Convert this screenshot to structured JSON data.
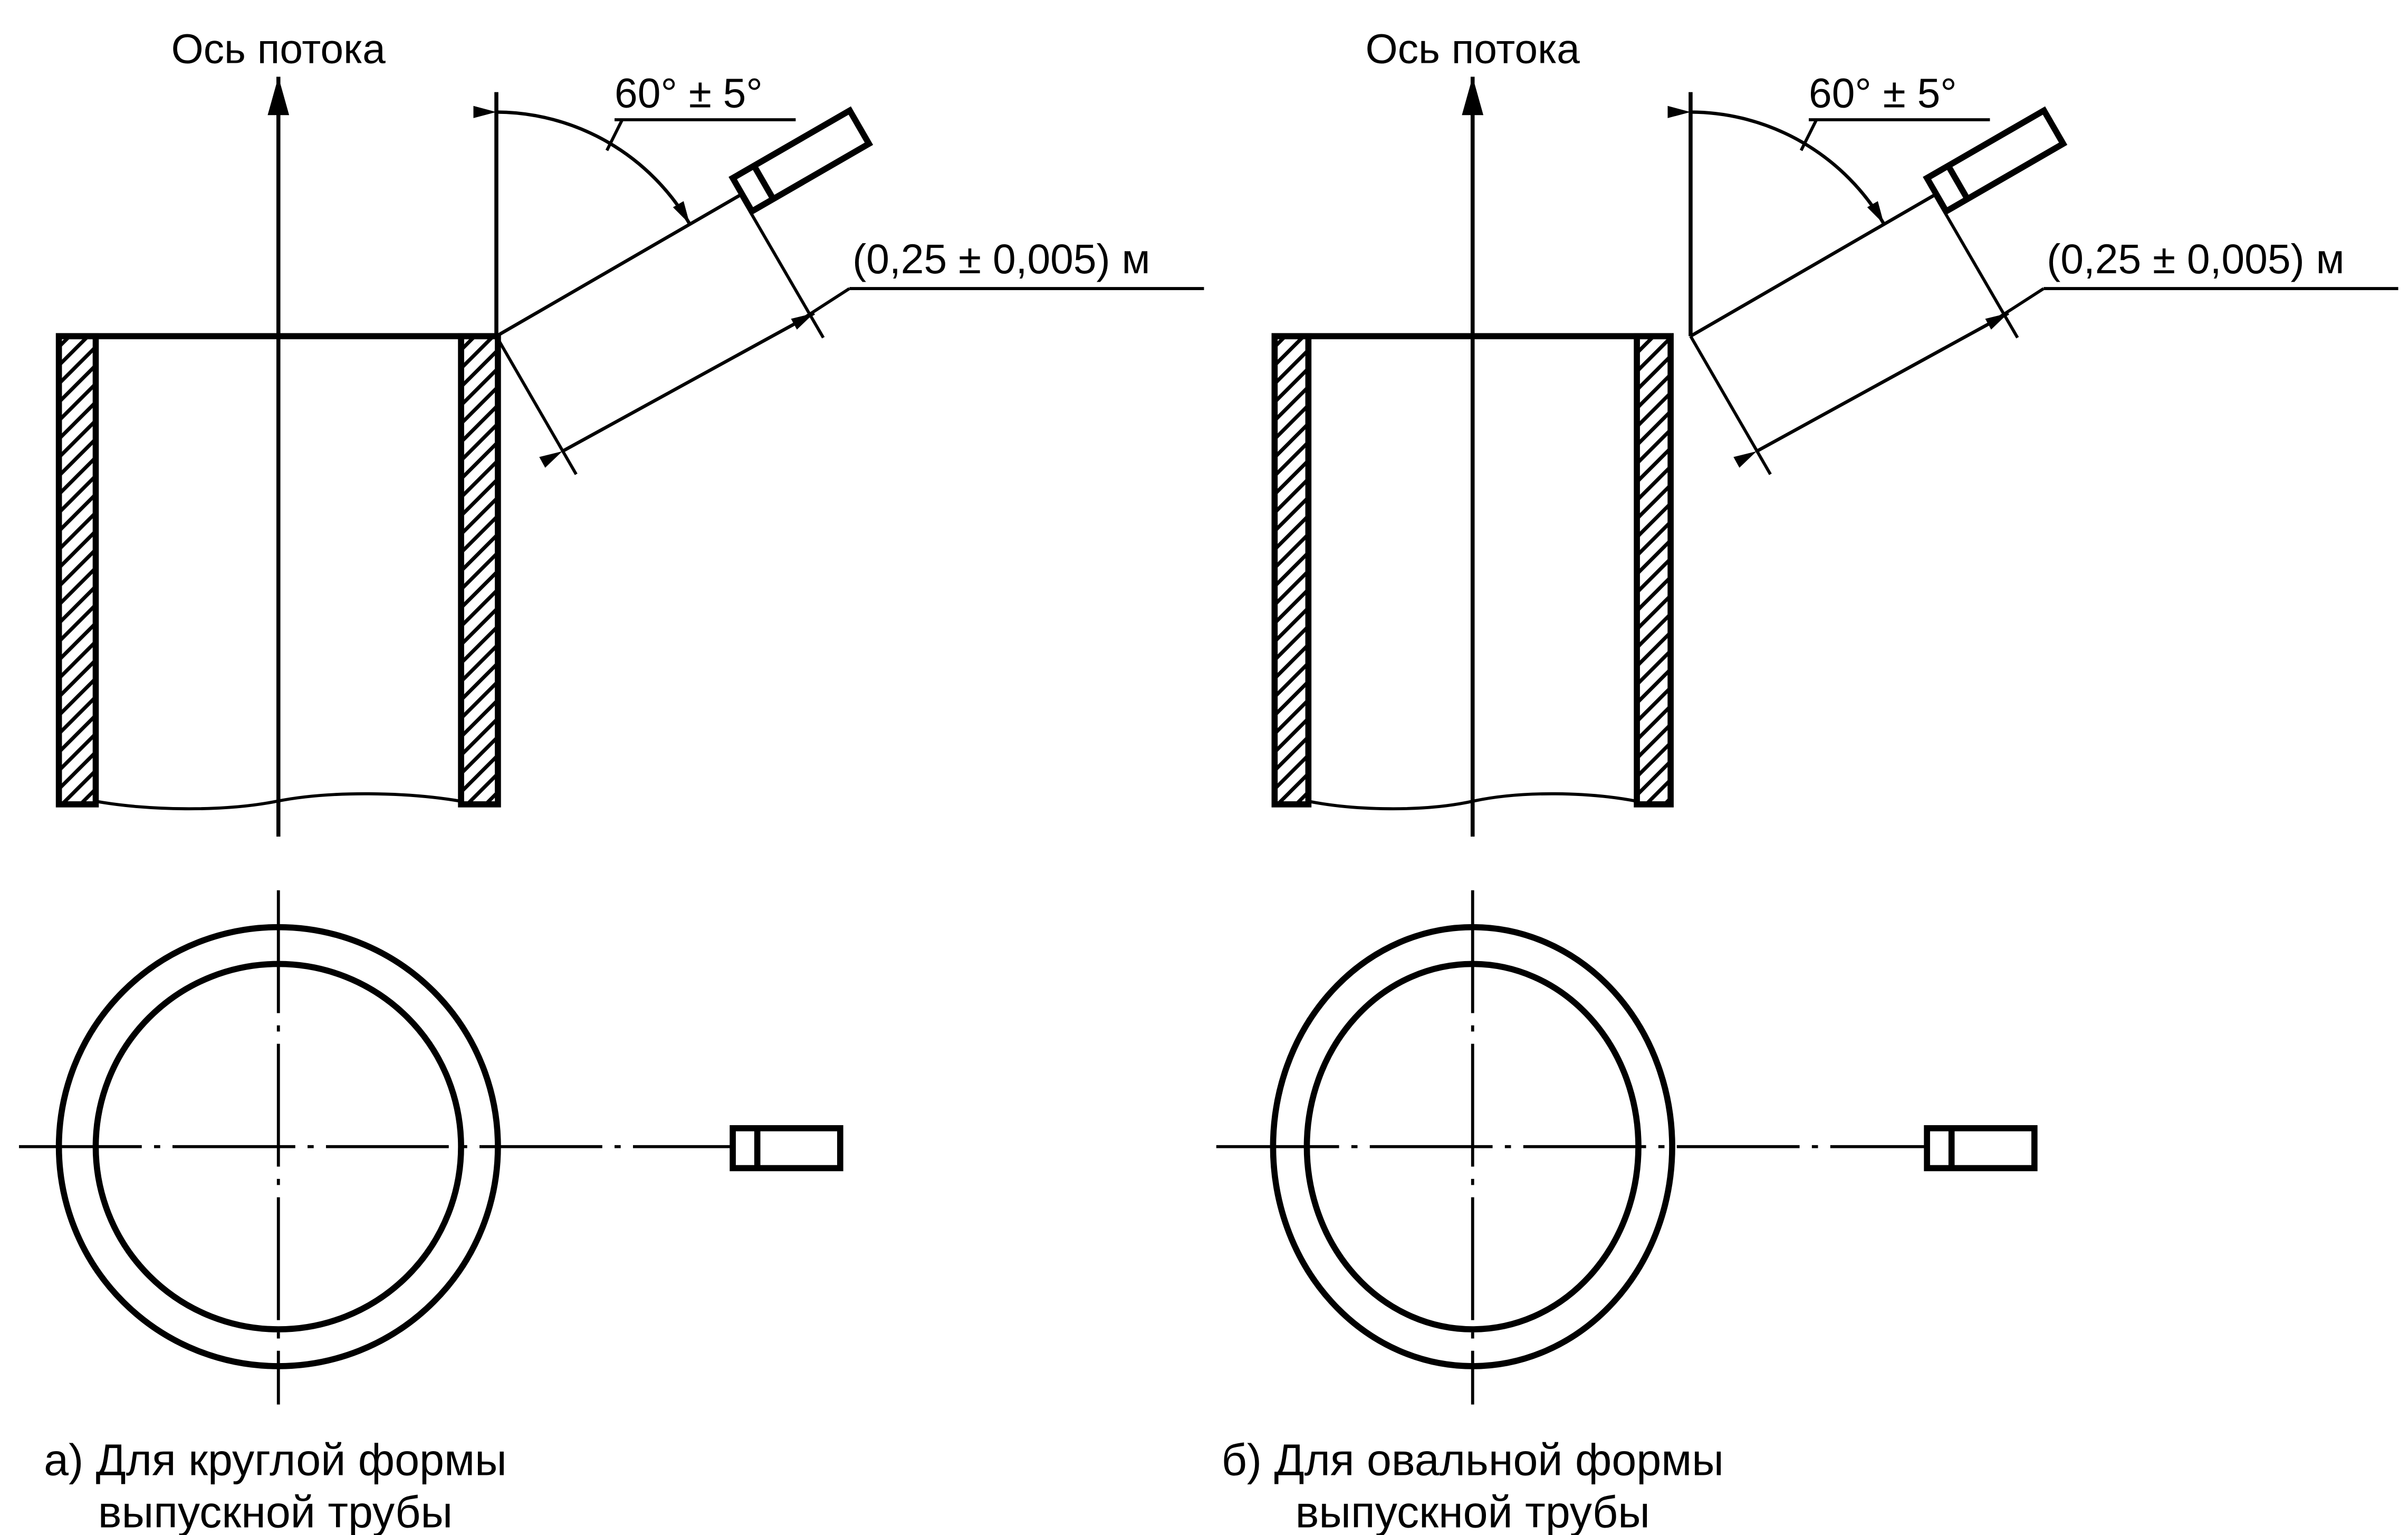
{
  "panels": [
    {
      "flow_axis_label": "Ось потока",
      "angle_label": "60° ± 5°",
      "distance_label": "(0,25 ± 0,005) м",
      "caption_line1": "а) Для круглой формы",
      "caption_line2": "выпускной трубы"
    },
    {
      "flow_axis_label": "Ось потока",
      "angle_label": "60° ± 5°",
      "distance_label": "(0,25 ± 0,005) м",
      "caption_line1": "б) Для овальной формы",
      "caption_line2": "выпускной трубы"
    }
  ]
}
